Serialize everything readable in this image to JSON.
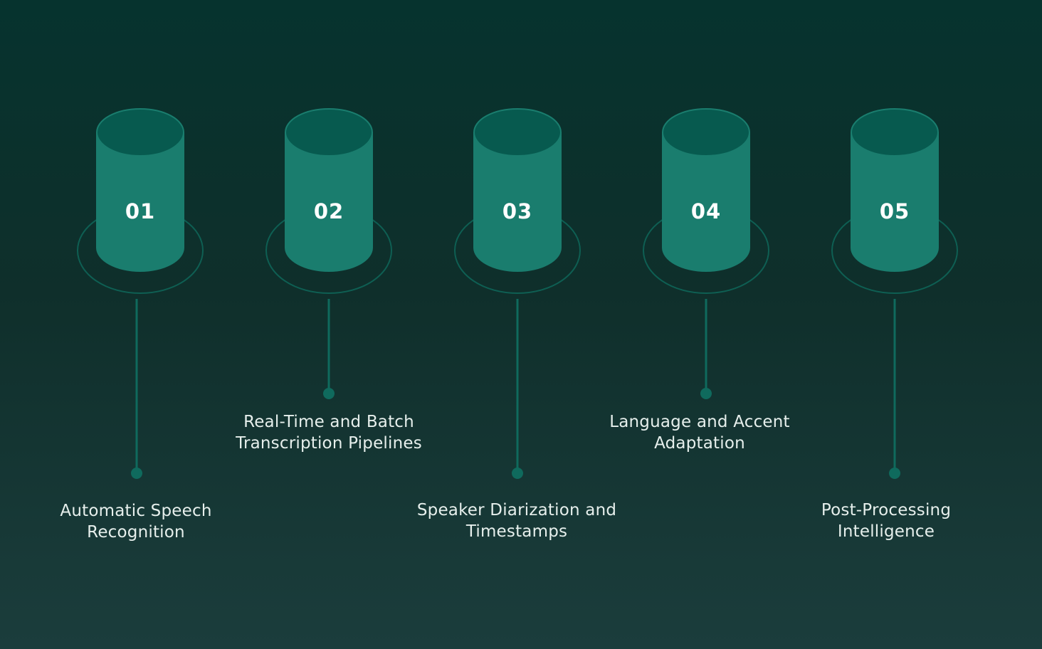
{
  "colors": {
    "background_top": "#06332e",
    "background_bottom": "#1b3d3c",
    "cylinder_body": "#1a7d6e",
    "cylinder_top": "#075a4f",
    "ring_stroke": "#0e5f53",
    "connector": "#0f6a5d",
    "text": "#e6efec"
  },
  "steps": [
    {
      "number": "01",
      "label_line1": "Automatic Speech",
      "label_line2": "Recognition",
      "connector": "long"
    },
    {
      "number": "02",
      "label_line1": "Real-Time and Batch",
      "label_line2": "Transcription Pipelines",
      "connector": "short"
    },
    {
      "number": "03",
      "label_line1": "Speaker Diarization and",
      "label_line2": "Timestamps",
      "connector": "long"
    },
    {
      "number": "04",
      "label_line1": "Language and Accent",
      "label_line2": "Adaptation",
      "connector": "short"
    },
    {
      "number": "05",
      "label_line1": "Post-Processing",
      "label_line2": "Intelligence",
      "connector": "long"
    }
  ]
}
